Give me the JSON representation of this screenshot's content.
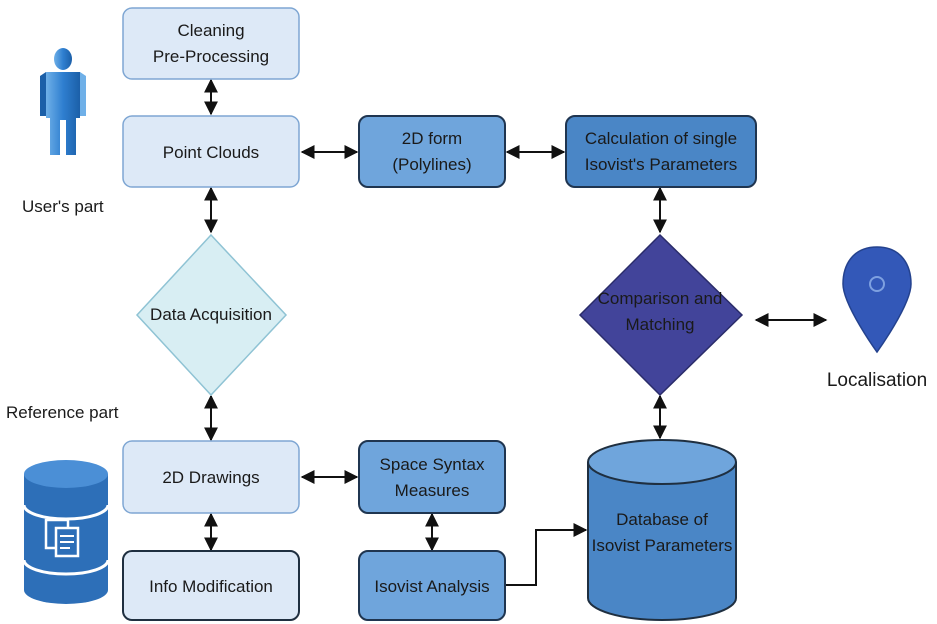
{
  "nodes": {
    "cleaning": {
      "line1": "Cleaning",
      "line2": "Pre-Processing"
    },
    "point_clouds": {
      "label": "Point Clouds"
    },
    "form_2d": {
      "line1": "2D form",
      "line2": "(Polylines)"
    },
    "calc_isovist": {
      "line1": "Calculation of single",
      "line2": "Isovist's Parameters"
    },
    "data_acquisition": {
      "label": "Data Acquisition"
    },
    "comparison": {
      "line1": "Comparison and",
      "line2": "Matching"
    },
    "drawings_2d": {
      "label": "2D Drawings"
    },
    "space_syntax": {
      "line1": "Space Syntax",
      "line2": "Measures"
    },
    "info_modification": {
      "label": "Info Modification"
    },
    "isovist_analysis": {
      "label": "Isovist Analysis"
    },
    "database": {
      "line1": "Database of",
      "line2": "Isovist Parameters"
    }
  },
  "labels": {
    "users_part": "User's part",
    "reference_part": "Reference part",
    "localisation": "Localisation"
  },
  "icons": {
    "user": "person-icon",
    "reference_db": "database-document-icon",
    "location": "location-pin-icon"
  },
  "colors": {
    "light_fill": "#dde9f7",
    "light_stroke": "#7ea6d3",
    "mid_fill": "#6fa5dc",
    "dark_fill": "#4a86c6",
    "diamond_fill": "#42449a",
    "diamond_light": "#d8eef3",
    "stroke_dark": "#1f3550"
  }
}
